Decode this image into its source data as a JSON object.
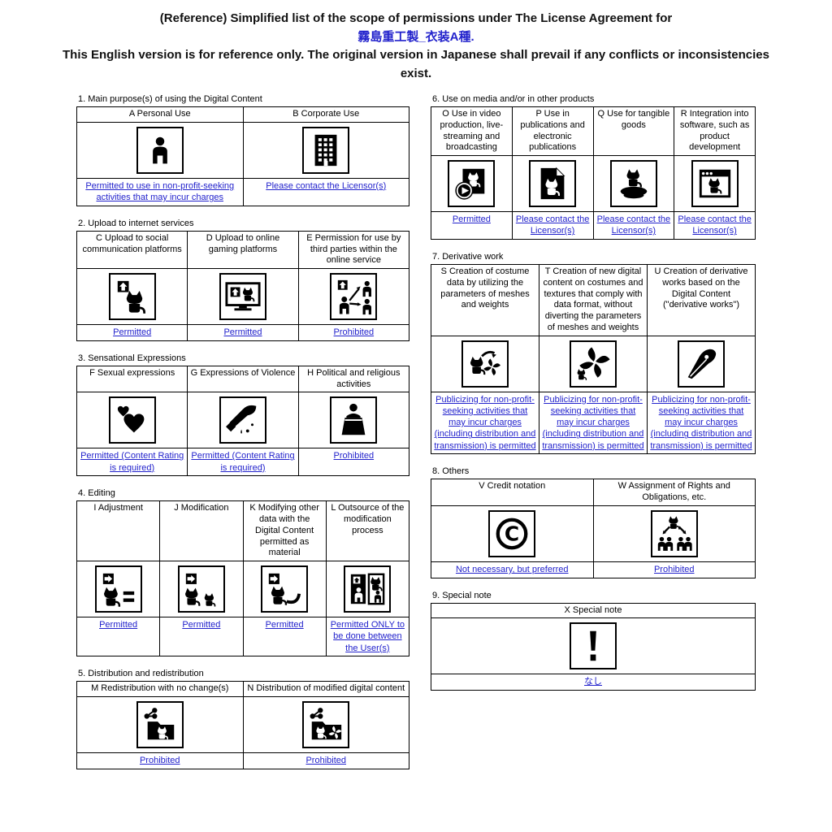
{
  "title": {
    "line1": "(Reference) Simplified list of the scope of permissions under The License Agreement for",
    "product": "霧島重工製_衣装A種.",
    "line2": "This English version is for reference only. The original version in Japanese shall prevail if any conflicts or inconsistencies exist."
  },
  "colors": {
    "link": "#2222cc",
    "border": "#000000",
    "background": "#ffffff"
  },
  "columns": {
    "left": [
      {
        "title": "1. Main purpose(s) of using the Digital Content",
        "cells": [
          {
            "id": "A",
            "header": "A Personal Use",
            "icon": "person-icon",
            "status": "Permitted to use in non-profit-seeking activities that may incur charges"
          },
          {
            "id": "B",
            "header": "B Corporate Use",
            "icon": "building-icon",
            "status": "Please contact the Licensor(s)"
          }
        ]
      },
      {
        "title": "2. Upload to internet services",
        "cells": [
          {
            "id": "C",
            "header": "C Upload to social communication platforms",
            "icon": "upload-social-icon",
            "status": "Permitted"
          },
          {
            "id": "D",
            "header": "D Upload to online gaming platforms",
            "icon": "upload-game-icon",
            "status": "Permitted"
          },
          {
            "id": "E",
            "header": "E Permission for use by third parties within the online service",
            "icon": "third-party-upload-icon",
            "status": "Prohibited"
          }
        ]
      },
      {
        "title": "3. Sensational Expressions",
        "cells": [
          {
            "id": "F",
            "header": "F Sexual expressions",
            "icon": "hearts-icon",
            "status": "Permitted (Content Rating is required)"
          },
          {
            "id": "G",
            "header": "G Expressions of Violence",
            "icon": "knife-icon",
            "status": "Permitted (Content Rating is required)"
          },
          {
            "id": "H",
            "header": "H Political and religious activities",
            "icon": "podium-icon",
            "status": "Prohibited"
          }
        ]
      },
      {
        "title": "4. Editing",
        "cells": [
          {
            "id": "I",
            "header": "I Adjustment",
            "icon": "adjustment-icon",
            "status": "Permitted"
          },
          {
            "id": "J",
            "header": "J Modification",
            "icon": "modification-icon",
            "status": "Permitted"
          },
          {
            "id": "K",
            "header": "K Modifying other data with the Digital Content permitted as material",
            "icon": "modify-material-icon",
            "status": "Permitted"
          },
          {
            "id": "L",
            "header": "L Outsource of the modification process",
            "icon": "outsource-icon",
            "status": "Permitted ONLY to be done between the User(s)"
          }
        ]
      },
      {
        "title": "5. Distribution and redistribution",
        "cells": [
          {
            "id": "M",
            "header": "M Redistribution with no change(s)",
            "icon": "redistribute-folder-icon",
            "status": "Prohibited"
          },
          {
            "id": "N",
            "header": "N Distribution of modified digital content",
            "icon": "modified-distribution-folder-icon",
            "status": "Prohibited"
          }
        ]
      }
    ],
    "right": [
      {
        "title": "6. Use on media and/or in other products",
        "cells": [
          {
            "id": "O",
            "header": "O Use in video production, live-streaming and broadcasting",
            "icon": "video-production-icon",
            "status": "Permitted"
          },
          {
            "id": "P",
            "header": "P Use in publications and electronic publications",
            "icon": "publication-icon",
            "status": "Please contact the Licensor(s)"
          },
          {
            "id": "Q",
            "header": "Q Use for tangible goods",
            "icon": "tangible-goods-icon",
            "status": "Please contact the Licensor(s)"
          },
          {
            "id": "R",
            "header": "R Integration into software, such as product development",
            "icon": "software-window-icon",
            "status": "Please contact the Licensor(s)"
          }
        ]
      },
      {
        "title": "7. Derivative work",
        "cells": [
          {
            "id": "S",
            "header": "S Creation of costume data by utilizing the parameters of meshes and weights",
            "icon": "costume-data-icon",
            "status": "Publicizing for non-profit-seeking activities that may incur charges (including distribution and transmission) is permitted"
          },
          {
            "id": "T",
            "header": "T Creation of new digital content on costumes and textures that comply with data format, without diverting the parameters of meshes and weights",
            "icon": "new-content-pinwheel-icon",
            "status": "Publicizing for non-profit-seeking activities that may incur charges (including distribution and transmission) is permitted"
          },
          {
            "id": "U",
            "header": "U Creation of derivative works based on the Digital Content (\"derivative works\")",
            "icon": "pen-icon",
            "status": "Publicizing for non-profit-seeking activities that may incur charges (including distribution and transmission) is permitted"
          }
        ]
      },
      {
        "title": "8. Others",
        "cells": [
          {
            "id": "V",
            "header": "V Credit notation",
            "icon": "copyright-icon",
            "status": "Not necessary, but preferred"
          },
          {
            "id": "W",
            "header": "W Assignment of Rights and Obligations, etc.",
            "icon": "assignment-icon",
            "status": "Prohibited"
          }
        ]
      },
      {
        "title": "9. Special note",
        "cells": [
          {
            "id": "X",
            "header": "X Special note",
            "icon": "exclamation-icon",
            "status": "なし"
          }
        ]
      }
    ]
  }
}
